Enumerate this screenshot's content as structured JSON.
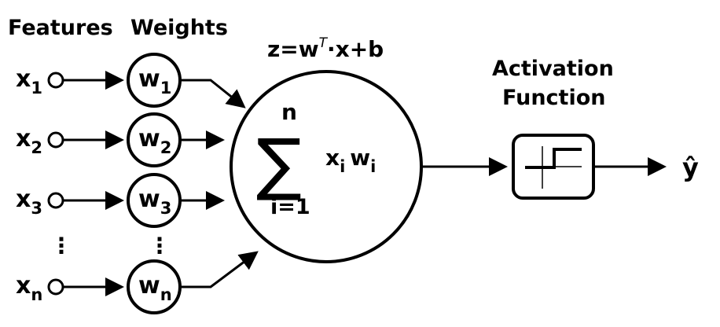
{
  "headers": {
    "features": "Features",
    "weights": "Weights"
  },
  "formula": {
    "z_eq_w": "z=w",
    "transpose": "T",
    "dot_rest": "·x+b"
  },
  "inputs": [
    {
      "base": "x",
      "sub": "1"
    },
    {
      "base": "x",
      "sub": "2"
    },
    {
      "base": "x",
      "sub": "3"
    },
    {
      "base": "x",
      "sub": "n"
    }
  ],
  "weights": [
    {
      "base": "w",
      "sub": "1"
    },
    {
      "base": "w",
      "sub": "2"
    },
    {
      "base": "w",
      "sub": "3"
    },
    {
      "base": "w",
      "sub": "n"
    }
  ],
  "ellipsis": "⋮",
  "summation": {
    "upper": "n",
    "symbol": "∑",
    "lower": "i=1",
    "term_x": "x",
    "term_x_sub": "i",
    "term_w": "w",
    "term_w_sub": "i"
  },
  "activation": {
    "line1": "Activation",
    "line2": "Function",
    "icon": "step-function-icon"
  },
  "output": {
    "symbol": "ŷ"
  }
}
